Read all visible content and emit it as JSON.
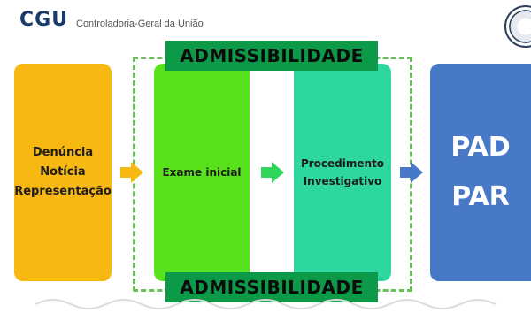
{
  "header": {
    "logo": "CGU",
    "subtitle": "Controladoria-Geral da União"
  },
  "banners": {
    "top": "ADMISSIBILIDADE",
    "bottom": "ADMISSIBILIDADE"
  },
  "boxes": {
    "origin": {
      "lines": [
        "Denúncia",
        "Notícia",
        "Representação"
      ]
    },
    "initial": {
      "label": "Exame inicial"
    },
    "procedure": {
      "lines": [
        "Procedimento",
        "Investigativo"
      ]
    },
    "outcome": {
      "lines": [
        "PAD",
        "PAR"
      ]
    }
  },
  "colors": {
    "orange": "#f7b911",
    "green": "#58e21c",
    "teal": "#2ed6a0",
    "blue": "#4879c6",
    "banner": "#0c9a48"
  }
}
